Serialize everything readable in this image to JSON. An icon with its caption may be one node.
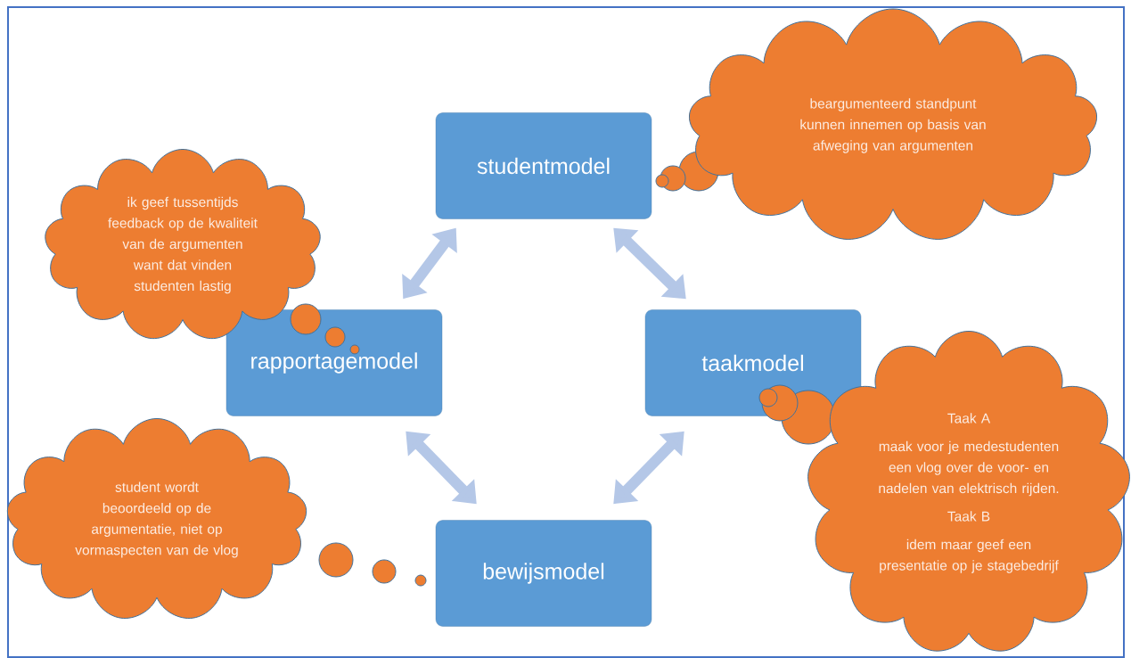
{
  "diagram": {
    "nodes": [
      {
        "text": [
          "studentmodel"
        ]
      },
      {
        "text": [
          "rapportagemodel"
        ]
      },
      {
        "text": [
          "taakmodel"
        ]
      },
      {
        "text": [
          "bewijsmodel"
        ]
      },
      {
        "text": [
          "beargumenteerd standpunt kunnen innemen op basis van afweging van argumenten"
        ]
      },
      {
        "text": [
          "ik geef tussentijds feedback op de kwaliteit van de argumenten want dat vinden studenten lastig"
        ]
      },
      {
        "text": [
          "student wordt beoordeeld op de argumentatie, niet op vormaspecten van de vlog"
        ]
      },
      {
        "text": [
          "Taak A",
          "maak voor je medestudenten een vlog over de voor- en nadelen van elektrisch rijden.",
          "Taak B",
          "idem maar geef een presentatie op je stagebedrijf"
        ]
      }
    ],
    "edges": [
      {
        "from": 0,
        "to": 1,
        "arrow": "both"
      },
      {
        "from": 0,
        "to": 2,
        "arrow": "both"
      },
      {
        "from": 1,
        "to": 3,
        "arrow": "both"
      },
      {
        "from": 2,
        "to": 3,
        "arrow": "both"
      }
    ]
  }
}
